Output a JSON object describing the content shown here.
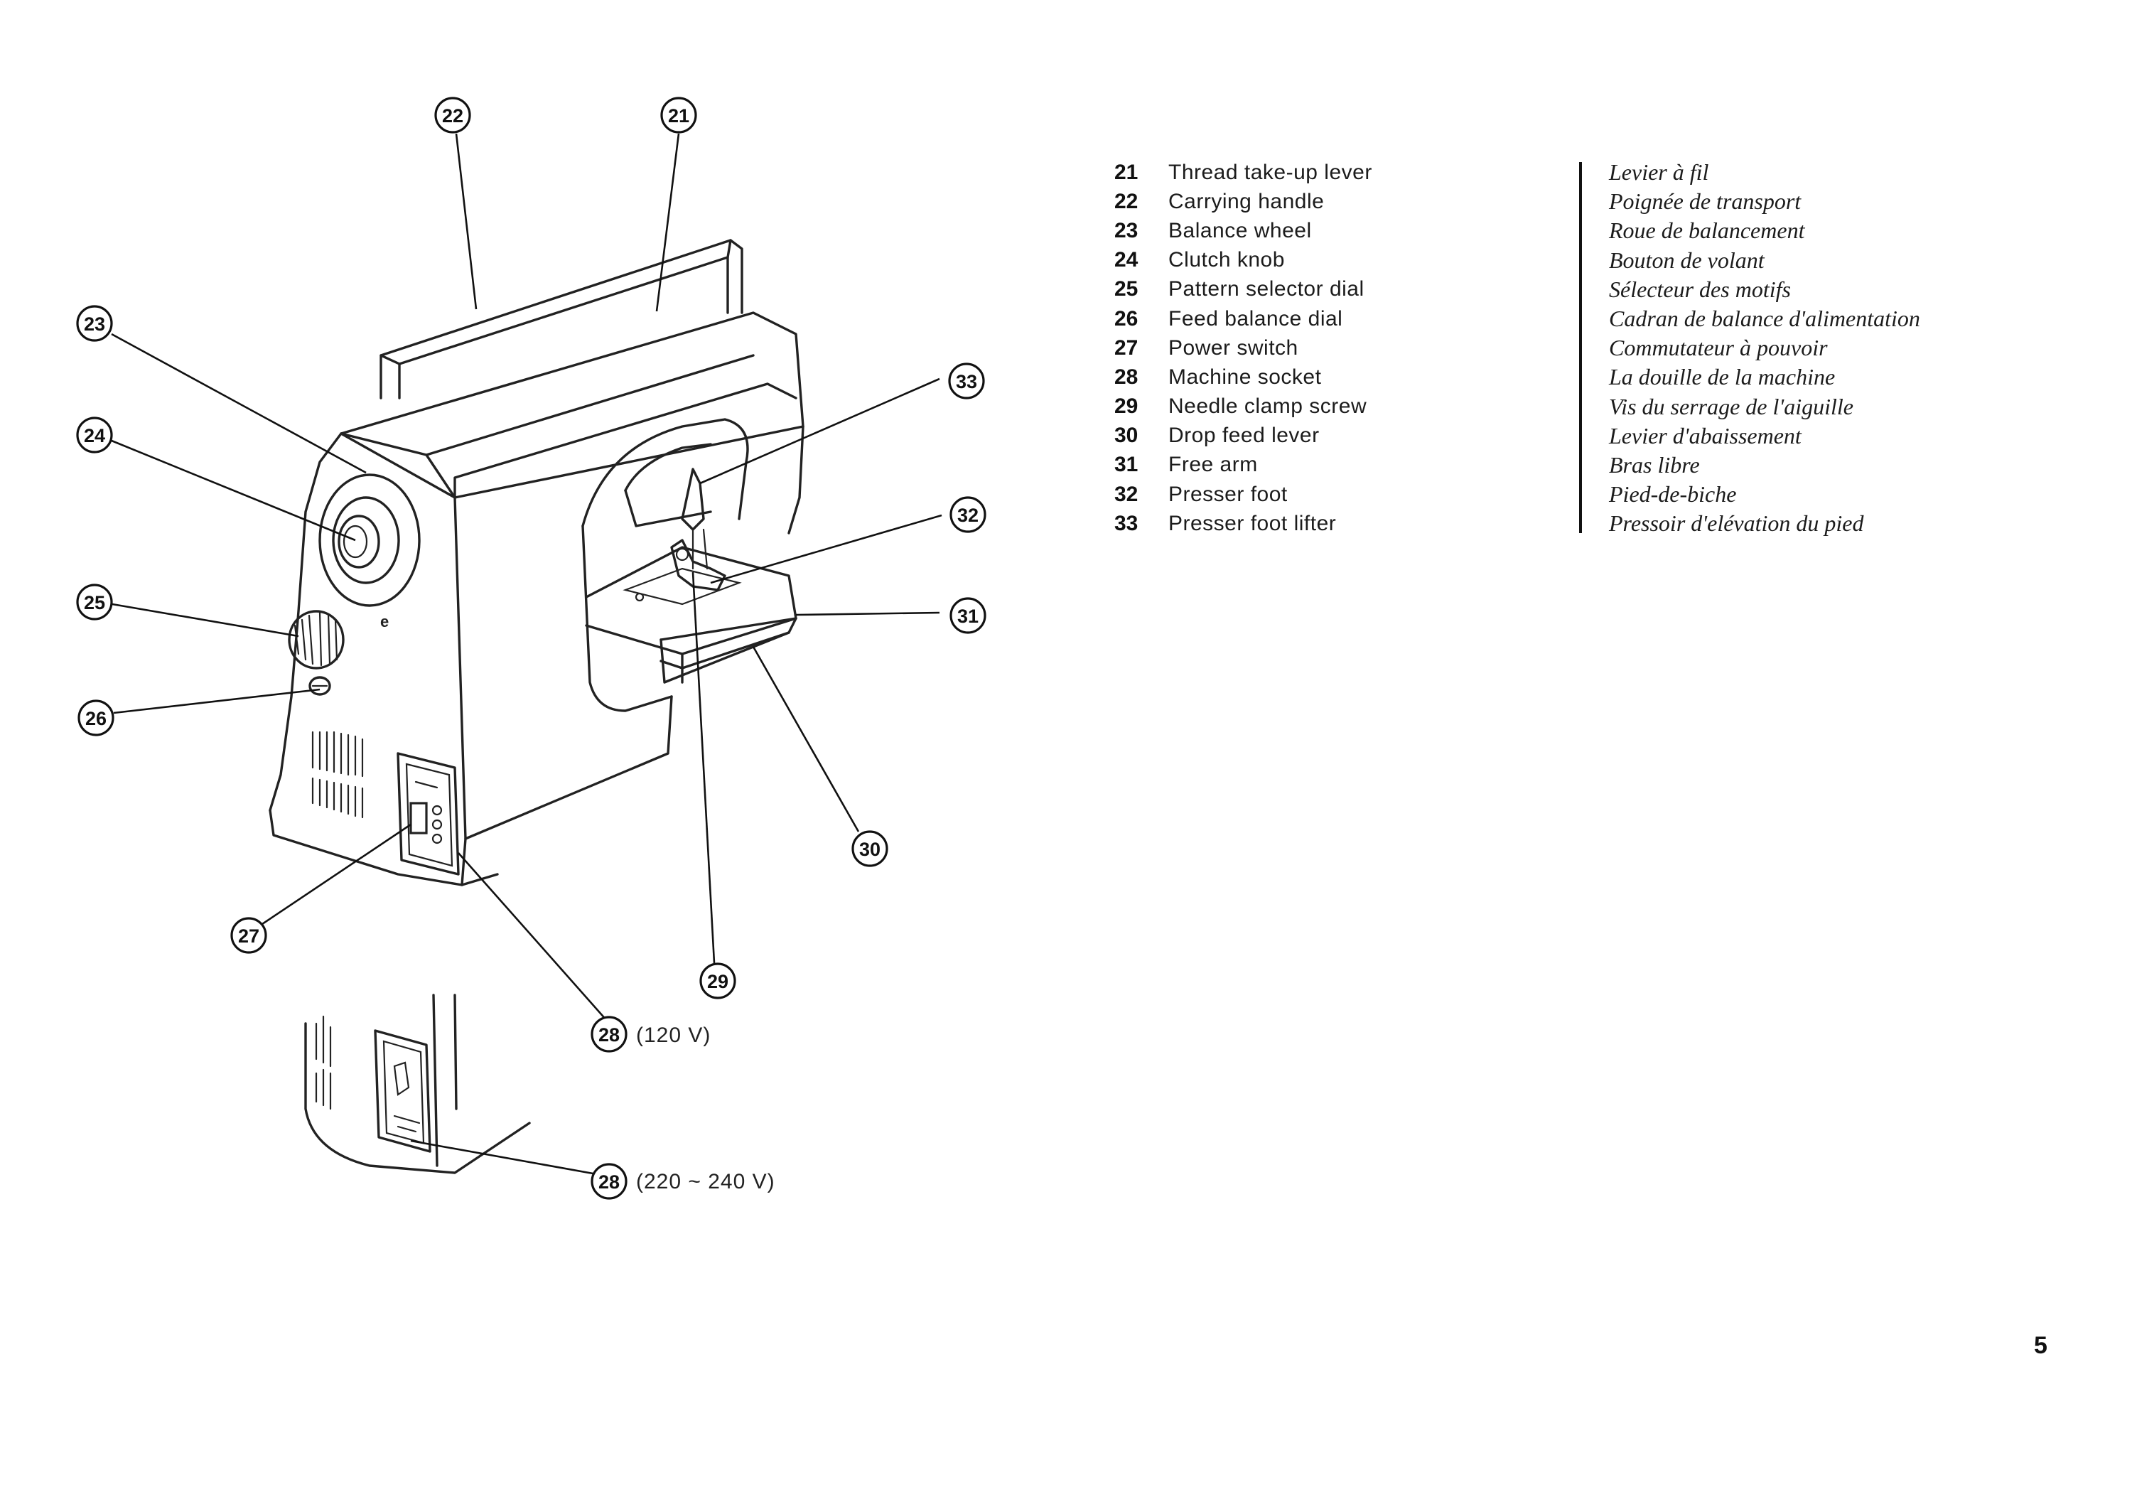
{
  "callouts": {
    "c21": "21",
    "c22": "22",
    "c23": "23",
    "c24": "24",
    "c25": "25",
    "c26": "26",
    "c27": "27",
    "c28a": "28",
    "c28b": "28",
    "c29": "29",
    "c30": "30",
    "c31": "31",
    "c32": "32",
    "c33": "33"
  },
  "voltage": {
    "v120": "(120 V)",
    "v220": "(220 ~ 240 V)"
  },
  "legend": [
    {
      "num": "21",
      "en": "Thread take-up lever",
      "fr": "Levier à fil"
    },
    {
      "num": "22",
      "en": "Carrying handle",
      "fr": "Poignée de transport"
    },
    {
      "num": "23",
      "en": "Balance wheel",
      "fr": "Roue de balancement"
    },
    {
      "num": "24",
      "en": "Clutch knob",
      "fr": "Bouton de volant"
    },
    {
      "num": "25",
      "en": "Pattern selector dial",
      "fr": "Sélecteur des motifs"
    },
    {
      "num": "26",
      "en": "Feed balance dial",
      "fr": "Cadran de balance d'alimentation"
    },
    {
      "num": "27",
      "en": "Power switch",
      "fr": "Commutateur à pouvoir"
    },
    {
      "num": "28",
      "en": "Machine socket",
      "fr": "La douille de la machine"
    },
    {
      "num": "29",
      "en": "Needle clamp screw",
      "fr": "Vis du serrage de l'aiguille"
    },
    {
      "num": "30",
      "en": "Drop feed lever",
      "fr": "Levier d'abaissement"
    },
    {
      "num": "31",
      "en": "Free arm",
      "fr": "Bras libre"
    },
    {
      "num": "32",
      "en": "Presser foot",
      "fr": "Pied-de-biche"
    },
    {
      "num": "33",
      "en": "Presser foot lifter",
      "fr": "Pressoir d'elévation du pied"
    }
  ],
  "page_number": "5"
}
